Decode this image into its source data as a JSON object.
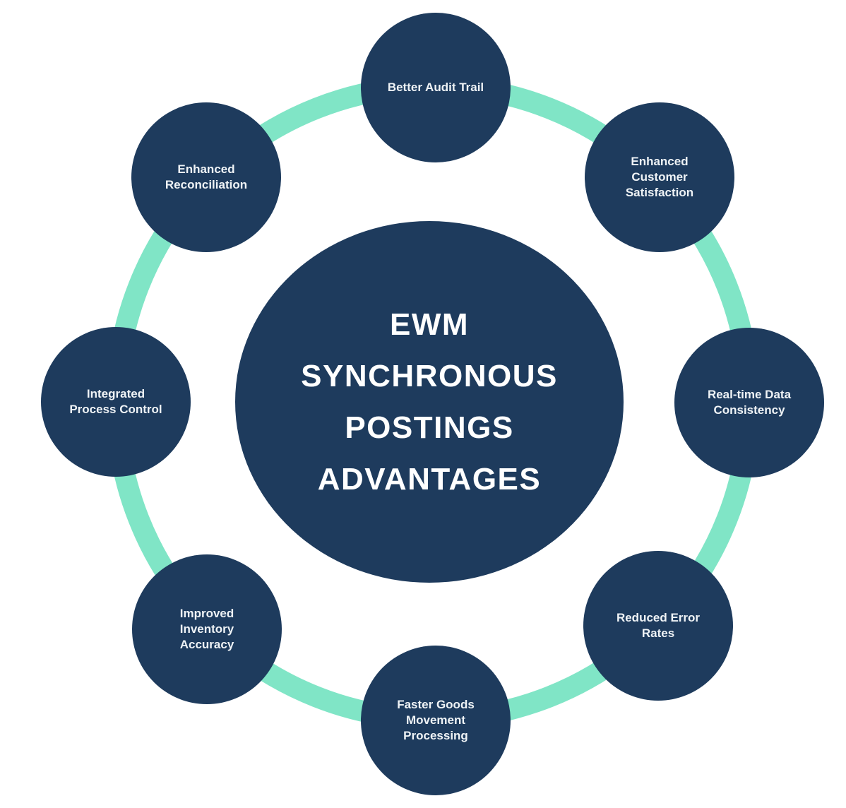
{
  "diagram": {
    "title_lines": [
      "EWM",
      "SYNCHRONOUS",
      "POSTINGS",
      "ADVANTAGES"
    ],
    "title_text": "EWM SYNCHRONOUS POSTINGS ADVANTAGES",
    "satellites": [
      {
        "label": "Better Audit Trail",
        "lines": [
          "Better Audit Trail"
        ]
      },
      {
        "label": "Enhanced Customer Satisfaction",
        "lines": [
          "Enhanced",
          "Customer",
          "Satisfaction"
        ]
      },
      {
        "label": "Real-time Data Consistency",
        "lines": [
          "Real-time Data",
          "Consistency"
        ]
      },
      {
        "label": "Reduced Error Rates",
        "lines": [
          "Reduced Error",
          "Rates"
        ]
      },
      {
        "label": "Faster Goods Movement Processing",
        "lines": [
          "Faster Goods",
          "Movement",
          "Processing"
        ]
      },
      {
        "label": "Improved Inventory Accuracy",
        "lines": [
          "Improved",
          "Inventory",
          "Accuracy"
        ]
      },
      {
        "label": "Integrated Process Control",
        "lines": [
          "Integrated",
          "Process Control"
        ]
      },
      {
        "label": "Enhanced Reconciliation",
        "lines": [
          "Enhanced",
          "Reconciliation"
        ]
      }
    ],
    "colors": {
      "node_fill": "#1e3b5d",
      "ring": "#80e5c6",
      "background": "#ffffff",
      "text": "#ffffff"
    }
  }
}
